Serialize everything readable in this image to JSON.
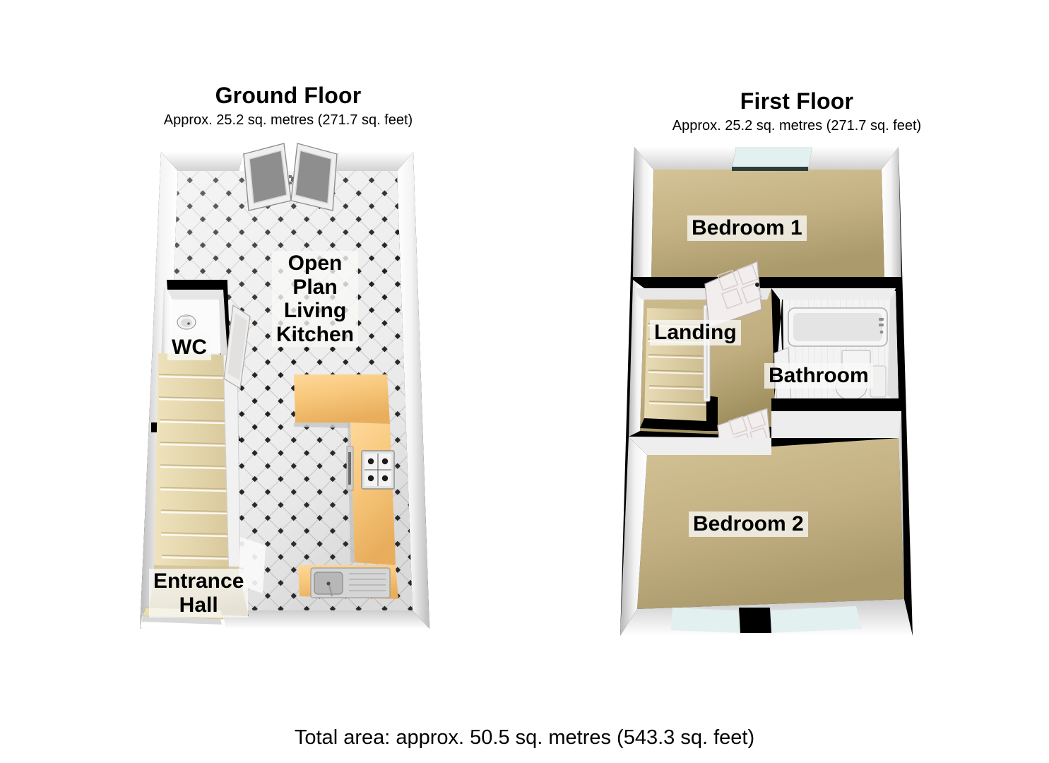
{
  "document": {
    "type": "property-floorplan",
    "total_area_text": "Total area: approx. 50.5 sq. metres (543.3 sq. feet)"
  },
  "floors": [
    {
      "id": "ground",
      "title": "Ground Floor",
      "area_text": "Approx. 25.2 sq. metres (271.7 sq. feet)",
      "area_sq_metres": "25.2",
      "area_sq_feet": "271.7",
      "rooms": [
        {
          "key": "open_plan",
          "label": "Open\nPlan\nLiving\nKitchen",
          "floor_finish": "tiled"
        },
        {
          "key": "wc",
          "label": "WC",
          "floor_finish": "carpet"
        },
        {
          "key": "entrance_hall",
          "label": "Entrance\nHall",
          "floor_finish": "carpet"
        }
      ],
      "fixtures": [
        {
          "name": "french-doors",
          "count": 2
        },
        {
          "name": "kitchen-worktop",
          "count": 1
        },
        {
          "name": "gas-hob",
          "count": 1
        },
        {
          "name": "sink-with-drainer",
          "count": 1
        },
        {
          "name": "oven",
          "count": 1
        },
        {
          "name": "staircase-up",
          "count": 1
        },
        {
          "name": "wash-basin",
          "count": 1
        },
        {
          "name": "toilet",
          "count": 1
        },
        {
          "name": "front-door",
          "count": 1
        }
      ]
    },
    {
      "id": "first",
      "title": "First Floor",
      "area_text": "Approx. 25.2 sq. metres (271.7 sq. feet)",
      "area_sq_metres": "25.2",
      "area_sq_feet": "271.7",
      "rooms": [
        {
          "key": "bedroom_1",
          "label": "Bedroom 1",
          "floor_finish": "carpet"
        },
        {
          "key": "landing",
          "label": "Landing",
          "floor_finish": "carpet"
        },
        {
          "key": "bathroom",
          "label": "Bathroom",
          "floor_finish": "tiled"
        },
        {
          "key": "bedroom_2",
          "label": "Bedroom 2",
          "floor_finish": "carpet"
        }
      ],
      "fixtures": [
        {
          "name": "window",
          "count": 3
        },
        {
          "name": "internal-door",
          "count": 2
        },
        {
          "name": "staircase-down",
          "count": 1
        },
        {
          "name": "bath-tub",
          "count": 1
        },
        {
          "name": "toilet",
          "count": 1
        },
        {
          "name": "banister",
          "count": 1
        }
      ]
    }
  ],
  "colors": {
    "wall_outline": "#000000",
    "wall_face_light": "#ffffff",
    "wall_face_shade": "#d6d6d6",
    "carpet": "#c3b183",
    "carpet_dark": "#a79765",
    "tile_floor": "#e9e9e9",
    "tile_dot": "#1a1a1a",
    "worktop": "#f8c87c",
    "worktop_shade": "#e0a855",
    "window_glass": "#dff0f0",
    "bath_white": "#f2f2f2",
    "stair_tread": "#efe4c0",
    "text": "#000000",
    "label_background": "#f8f8f6",
    "page_background": "#ffffff"
  }
}
